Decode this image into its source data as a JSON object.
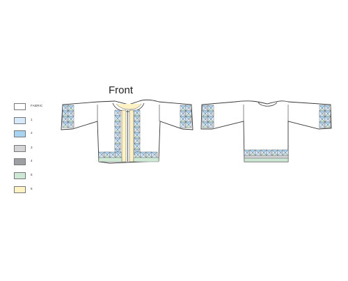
{
  "title": "Front",
  "legend": [
    {
      "label": "FABRIC",
      "color": "#ffffff"
    },
    {
      "label": "1",
      "color": "#d6eafc"
    },
    {
      "label": "2",
      "color": "#a8d4f2"
    },
    {
      "label": "3",
      "color": "#d4d4d6"
    },
    {
      "label": "4",
      "color": "#9e9fa2"
    },
    {
      "label": "5",
      "color": "#cde8d4"
    },
    {
      "label": "6",
      "color": "#fff3c6"
    }
  ]
}
